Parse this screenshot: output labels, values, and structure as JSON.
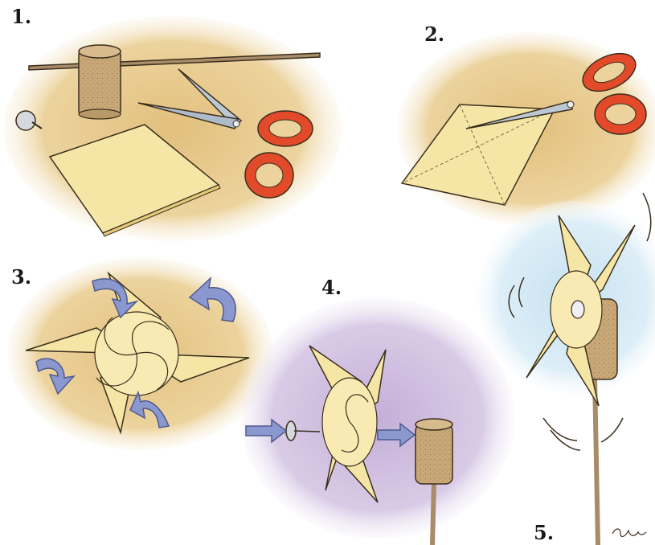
{
  "steps": [
    {
      "label": "1."
    },
    {
      "label": "2."
    },
    {
      "label": "3."
    },
    {
      "label": "4."
    },
    {
      "label": "5."
    }
  ],
  "colors": {
    "tan_background": "#e7c98a",
    "purple_background": "#c9b6dc",
    "blue_background": "#cfe6f2",
    "paper": "#f6e6a6",
    "paper_shadow": "#e3c877",
    "cork": "#c9a878",
    "stick": "#a88b67",
    "scissor_handle": "#e24a2a",
    "scissor_blade": "#bcc8d4",
    "arrow_blue": "#8b98cf",
    "outline": "#3a2e1e"
  },
  "icons": [
    "pin-icon",
    "cork-icon",
    "stick-icon",
    "scissors-icon",
    "paper-square-icon",
    "curved-arrow-icon",
    "pinwheel-icon",
    "signature"
  ]
}
